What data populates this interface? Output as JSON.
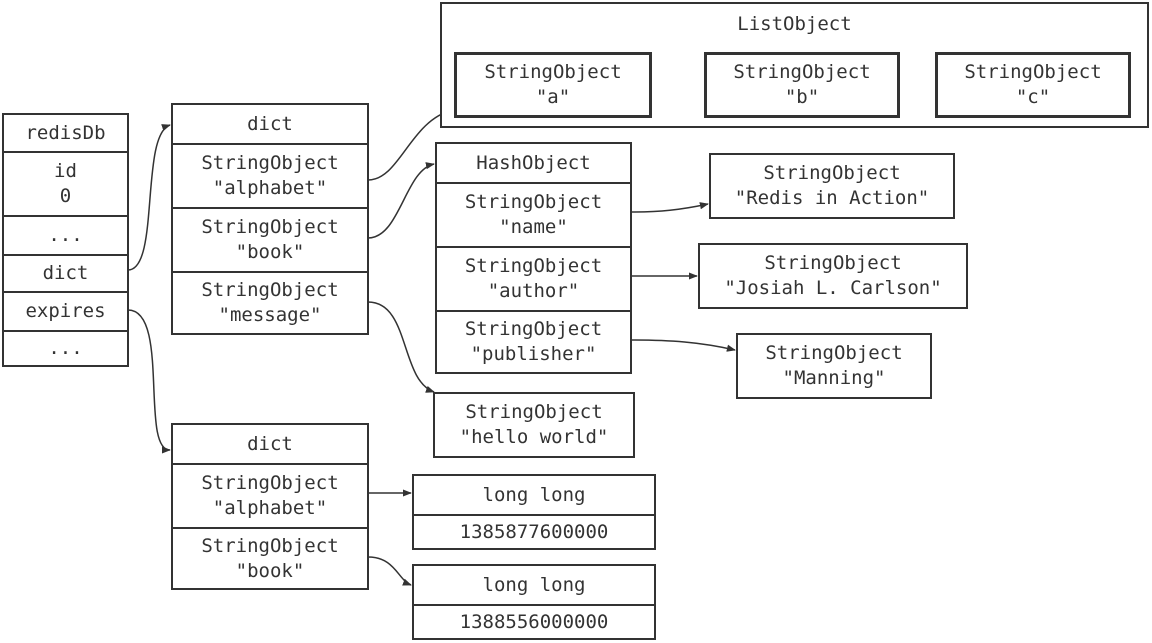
{
  "redisDb": {
    "header": "redisDb",
    "id_label": "id",
    "id_value": "0",
    "ellipsis_1": "...",
    "dict_label": "dict",
    "expires_label": "expires",
    "ellipsis_2": "..."
  },
  "main_dict": {
    "header": "dict",
    "entries": [
      {
        "type": "StringObject",
        "value": "\"alphabet\""
      },
      {
        "type": "StringObject",
        "value": "\"book\""
      },
      {
        "type": "StringObject",
        "value": "\"message\""
      }
    ]
  },
  "list_object": {
    "title": "ListObject",
    "items": [
      {
        "type": "StringObject",
        "value": "\"a\""
      },
      {
        "type": "StringObject",
        "value": "\"b\""
      },
      {
        "type": "StringObject",
        "value": "\"c\""
      }
    ]
  },
  "hash_object": {
    "header": "HashObject",
    "fields": [
      {
        "type": "StringObject",
        "value": "\"name\""
      },
      {
        "type": "StringObject",
        "value": "\"author\""
      },
      {
        "type": "StringObject",
        "value": "\"publisher\""
      }
    ],
    "values": [
      {
        "type": "StringObject",
        "value": "\"Redis in Action\""
      },
      {
        "type": "StringObject",
        "value": "\"Josiah L. Carlson\""
      },
      {
        "type": "StringObject",
        "value": "\"Manning\""
      }
    ]
  },
  "message_value": {
    "type": "StringObject",
    "value": "\"hello world\""
  },
  "expires_dict": {
    "header": "dict",
    "entries": [
      {
        "type": "StringObject",
        "value": "\"alphabet\""
      },
      {
        "type": "StringObject",
        "value": "\"book\""
      }
    ]
  },
  "expire_values": [
    {
      "type": "long long",
      "value": "1385877600000"
    },
    {
      "type": "long long",
      "value": "1388556000000"
    }
  ]
}
